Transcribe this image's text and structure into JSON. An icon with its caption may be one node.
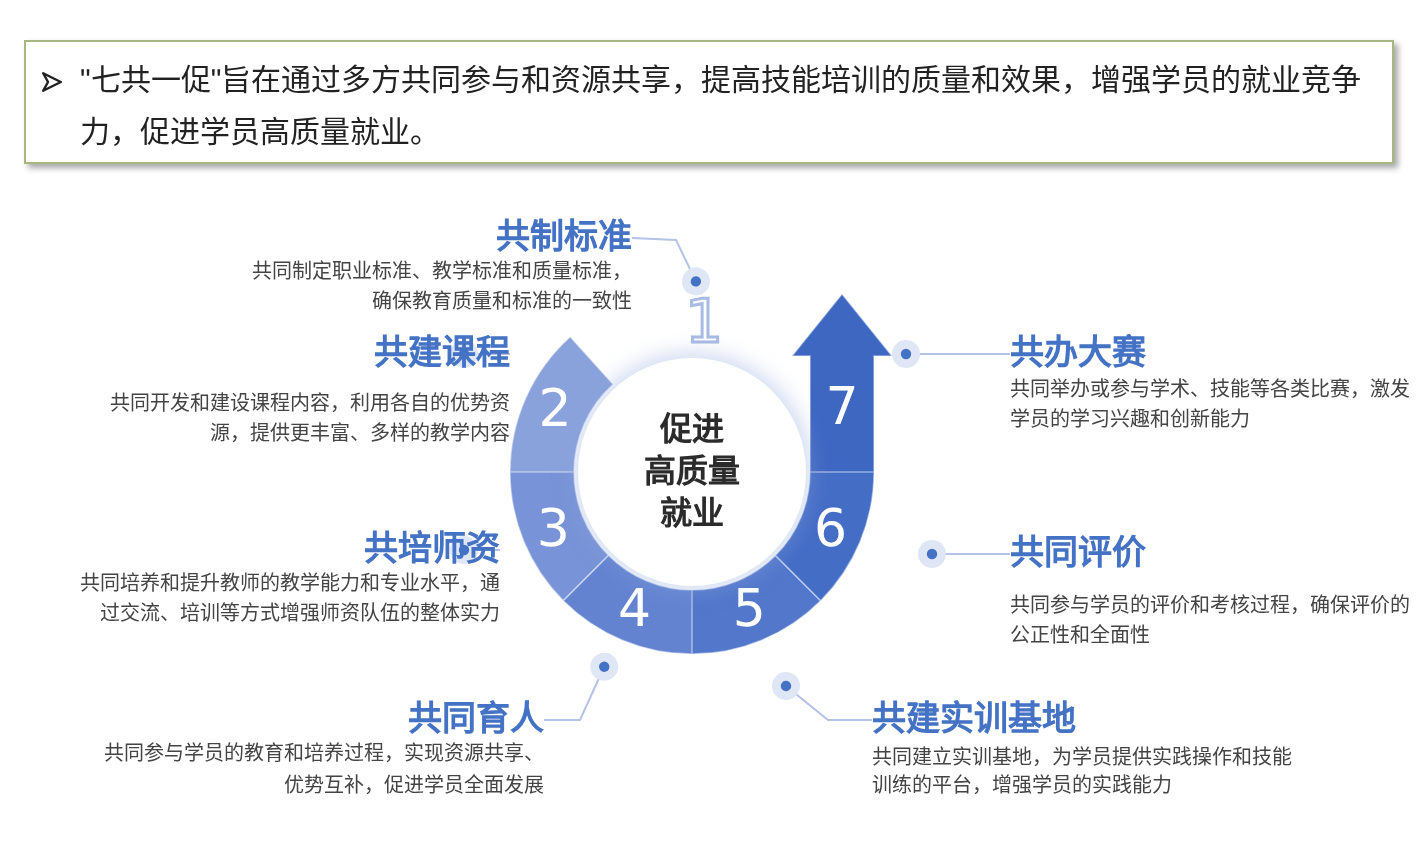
{
  "diagram": {
    "nodes": [
      {
        "text": [
          "\"七共一促\"旨在通过多方共同参与和资源共享，提高技能培训的质量和效果，增强学员的就业竞争力，促进学员高质量就业。"
        ]
      },
      {
        "text": [
          "促进高质量就业"
        ]
      },
      {
        "text": [
          "1"
        ]
      },
      {
        "text": [
          "2"
        ]
      },
      {
        "text": [
          "3"
        ]
      },
      {
        "text": [
          "4"
        ]
      },
      {
        "text": [
          "5"
        ]
      },
      {
        "text": [
          "6"
        ]
      },
      {
        "text": [
          "7"
        ]
      },
      {
        "text": [
          "共制标准",
          "共同制定职业标准、教学标准和质量标准，确保教育质量和标准的一致性"
        ]
      },
      {
        "text": [
          "共建课程",
          "共同开发和建设课程内容，利用各自的优势资源，提供更丰富、多样的教学内容"
        ]
      },
      {
        "text": [
          "共办大赛",
          "共同举办或参与学术、技能等各类比赛，激发学员的学习兴趣和创新能力"
        ]
      },
      {
        "text": [
          "共培师资",
          "共同培养和提升教师的教学能力和专业水平，通过交流、培训等方式增强师资队伍的整体实力"
        ]
      },
      {
        "text": [
          "共同评价",
          "共同参与学员的评价和考核过程，确保评价的公正性和全面性"
        ]
      },
      {
        "text": [
          "共同育人",
          "共同参与学员的教育和培养过程，实现资源共享、优势互补，促进学员全面发展"
        ]
      },
      {
        "text": [
          "共建实训基地",
          "共同建立实训基地，为学员提供实践操作和技能训练的平台，增强学员的实践能力"
        ]
      }
    ],
    "edges": [
      {
        "from": 9,
        "to": 2,
        "arrow": "other"
      },
      {
        "from": 10,
        "to": null,
        "arrow": "other"
      },
      {
        "from": 11,
        "to": 8,
        "arrow": "other"
      },
      {
        "from": 12,
        "to": null,
        "arrow": "other"
      },
      {
        "from": 13,
        "to": null,
        "arrow": "other"
      },
      {
        "from": 14,
        "to": 5,
        "arrow": "other"
      },
      {
        "from": 15,
        "to": null,
        "arrow": "other"
      }
    ]
  }
}
